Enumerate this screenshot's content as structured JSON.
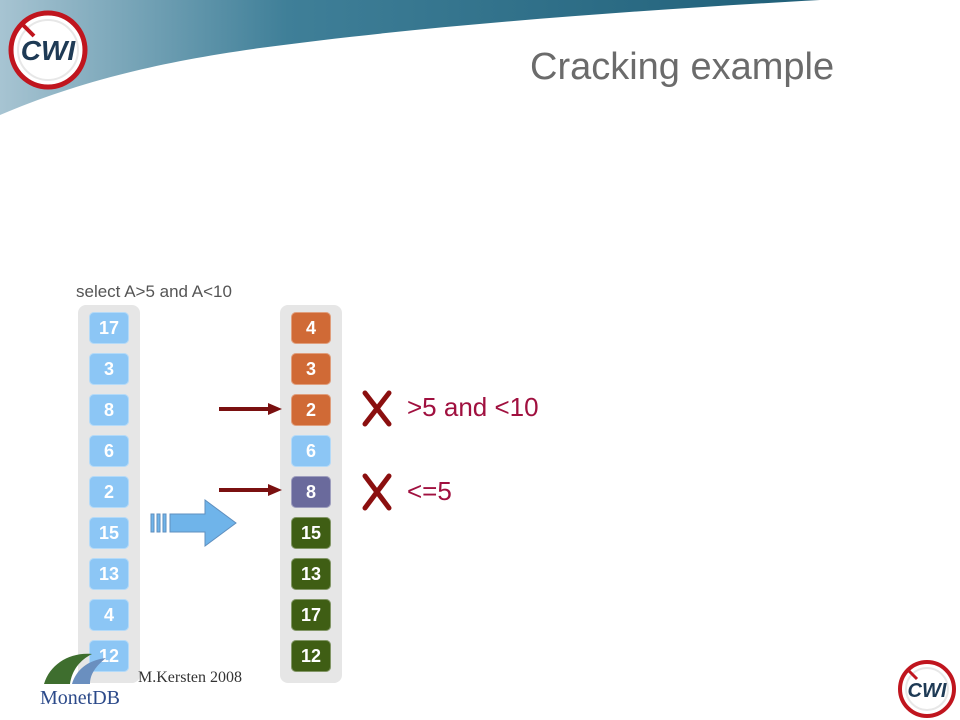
{
  "title": "Cracking example",
  "query": "select A>5 and A<10",
  "original_column": {
    "color": "#8cc6f5",
    "values": [
      "17",
      "3",
      "8",
      "6",
      "2",
      "15",
      "13",
      "4",
      "12"
    ]
  },
  "cracked_column": {
    "pieces": [
      {
        "values": [
          "4",
          "3",
          "2"
        ],
        "color": "#d06a36"
      },
      {
        "values": [
          "6"
        ],
        "color": "#8cc6f5"
      },
      {
        "values": [
          "8"
        ],
        "color": "#6a6a9c"
      },
      {
        "values": [
          "15",
          "13",
          "17",
          "12"
        ],
        "color": "#3f5e14"
      }
    ]
  },
  "labels": {
    "range": ">5 and <10",
    "lower": "<=5"
  },
  "colors": {
    "title": "#6b6b6b",
    "label": "#a0103f",
    "marker_arrow": "#7a1010",
    "banner": "#2b6c83",
    "transform_arrow": "#6fb4ea"
  },
  "logos": {
    "brand": "CWI",
    "product": "MonetDB"
  },
  "footer": "M.Kersten 2008"
}
